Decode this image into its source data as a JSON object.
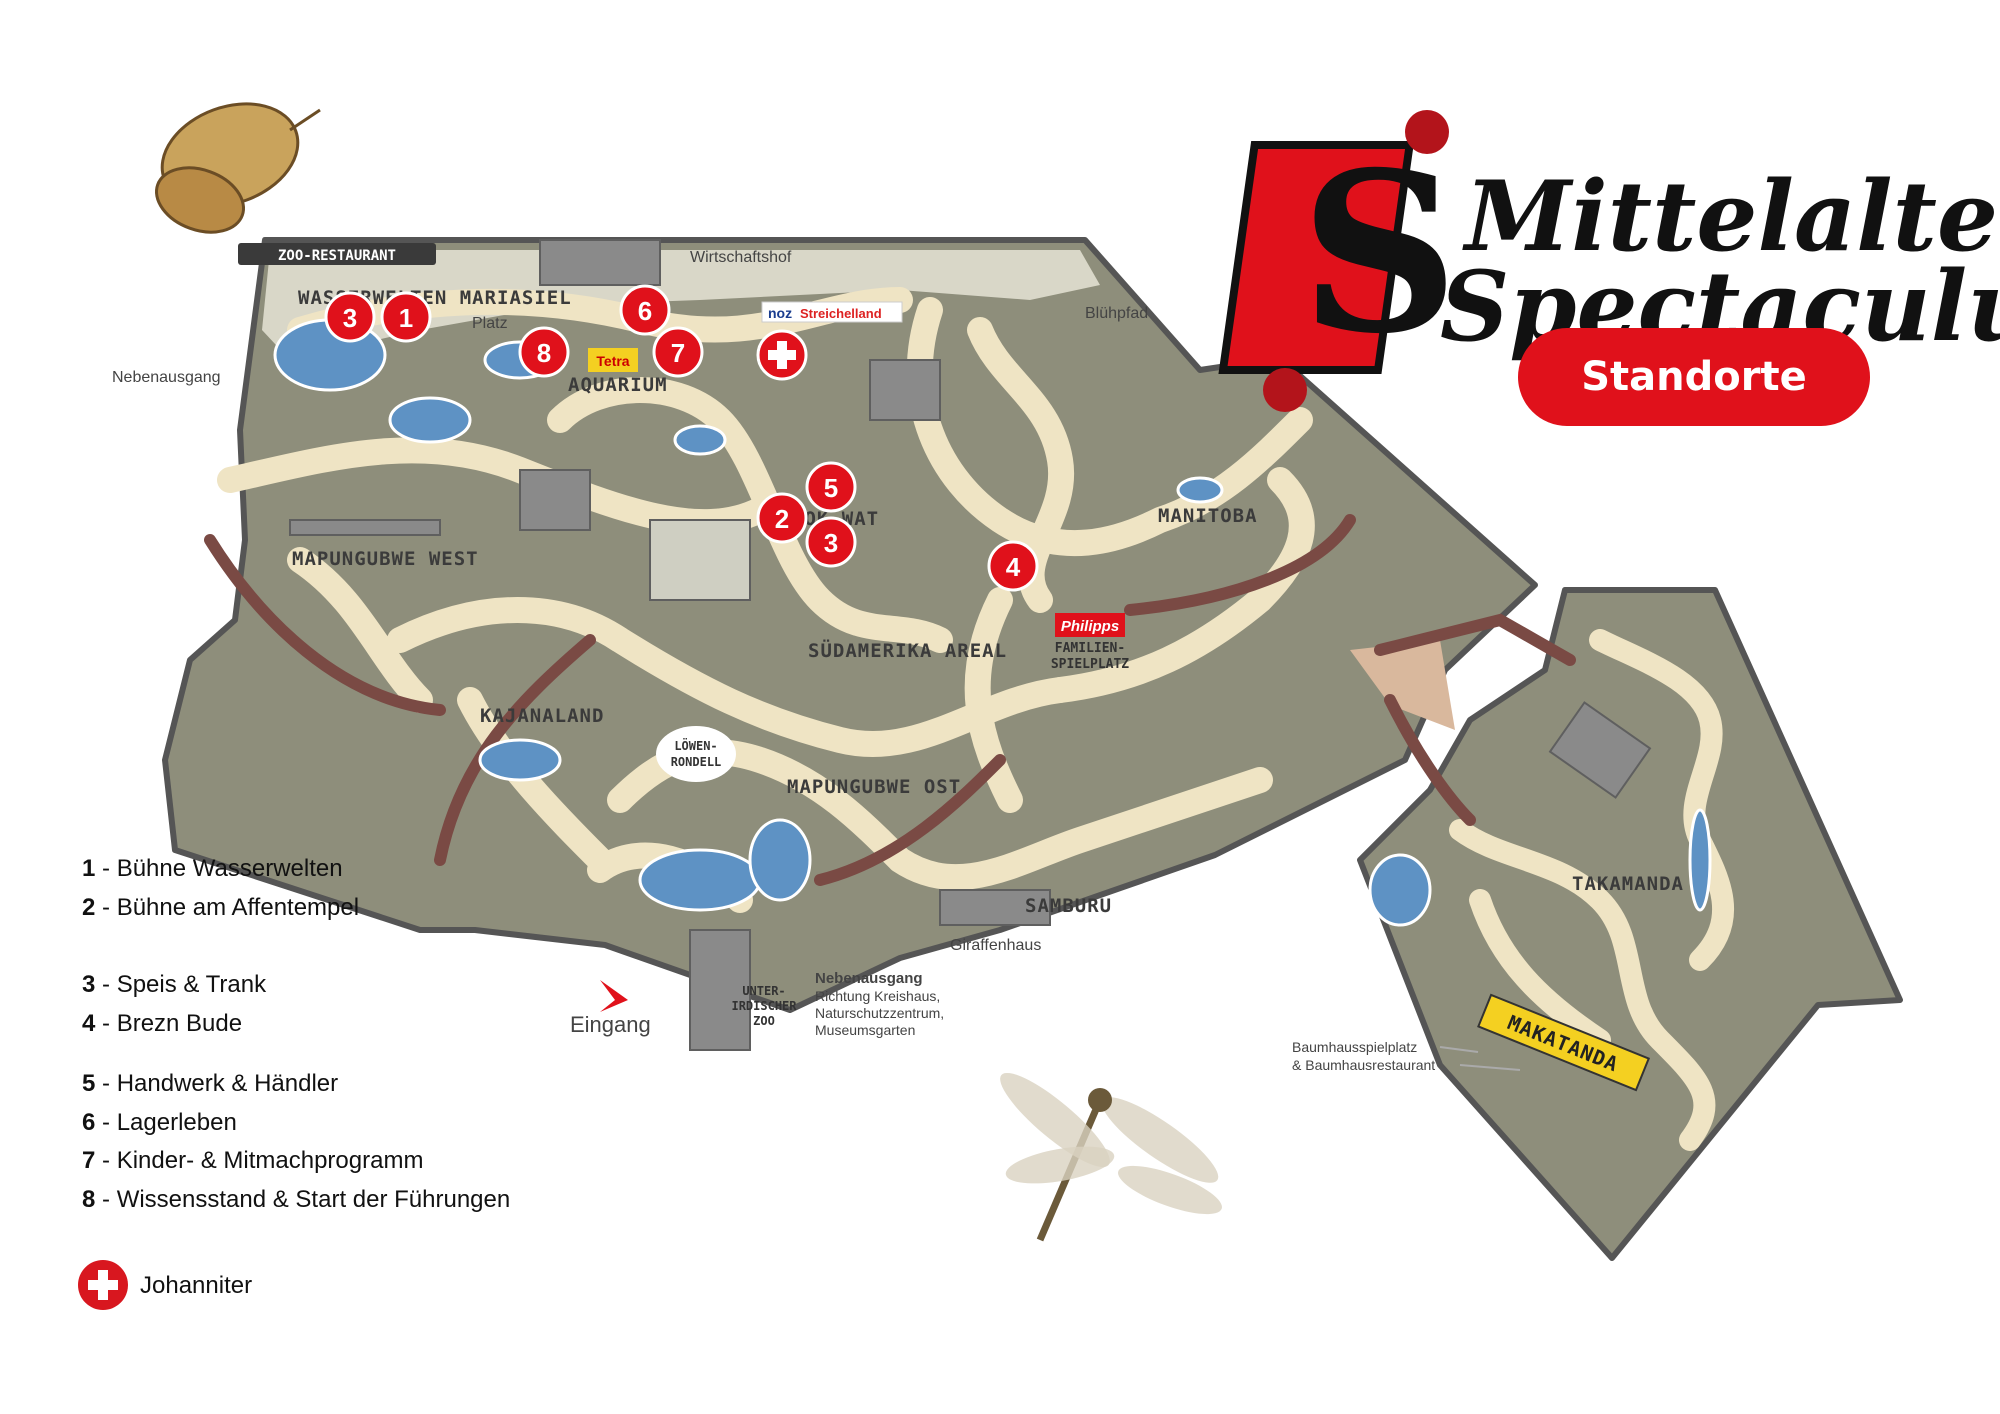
{
  "title": {
    "line1": "Mittelalter",
    "line2": "Spectaculum",
    "badge": "Standorte"
  },
  "colors": {
    "accent": "#e0111b",
    "map_ground": "#8f8f7d",
    "path": "#efe4c4",
    "water": "#5e92c4"
  },
  "zones": [
    {
      "label": "WASSERWELTEN MARIASIEL"
    },
    {
      "label": "AQUARIUM"
    },
    {
      "label": "MAPUNGUBWE WEST"
    },
    {
      "label": "KOK WAT"
    },
    {
      "label": "MANITOBA"
    },
    {
      "label": "SÜDAMERIKA AREAL"
    },
    {
      "label": "KAJANALAND"
    },
    {
      "label": "MAPUNGUBWE OST"
    },
    {
      "label": "SAMBURU"
    },
    {
      "label": "TAKAMANDA"
    },
    {
      "label": "MAKATANDA"
    }
  ],
  "place_labels": {
    "zoo_restaurant": "ZOO-RESTAURANT",
    "wirtschaftshof": "Wirtschaftshof",
    "nebenausgang_west": "Nebenausgang",
    "bluehpfad": "Blühpfad",
    "platz": "Platz",
    "tetra": "Tetra",
    "noz": "noz",
    "streichelland": "Streichelland",
    "philipps": "Philipps",
    "familienspielplatz_1": "FAMILIEN-",
    "familienspielplatz_2": "SPIELPLATZ",
    "loewen_1": "LÖWEN-",
    "loewen_2": "RONDELL",
    "giraffenhaus": "Giraffenhaus",
    "eingang": "Eingang",
    "unterirdischer_1": "UNTER-",
    "unterirdischer_2": "IRDISCHER",
    "unterirdischer_3": "ZOO",
    "nebenausgang_sued": "Nebenausgang",
    "richtung_1": "Richtung Kreishaus,",
    "richtung_2": "Naturschutzzentrum,",
    "richtung_3": "Museumsgarten",
    "baumhaus_1": "Baumhausspielplatz",
    "baumhaus_2": "& Baumhausrestaurant"
  },
  "markers": [
    {
      "number": "3"
    },
    {
      "number": "1"
    },
    {
      "number": "6"
    },
    {
      "number": "8"
    },
    {
      "number": "7"
    },
    {
      "number": "5"
    },
    {
      "number": "2"
    },
    {
      "number": "3"
    },
    {
      "number": "4"
    }
  ],
  "legend": [
    {
      "num": "1",
      "text": " - Bühne Wasserwelten"
    },
    {
      "num": "2",
      "text": " - Bühne am Affentempel"
    },
    {
      "num": "3",
      "text": " - Speis & Trank"
    },
    {
      "num": "4",
      "text": " - Brezn Bude"
    },
    {
      "num": "5",
      "text": " - Handwerk & Händler"
    },
    {
      "num": "6",
      "text": " - Lagerleben"
    },
    {
      "num": "7",
      "text": " - Kinder- & Mitmachprogramm"
    },
    {
      "num": "8",
      "text": " - Wissensstand & Start der Führungen"
    }
  ],
  "johanniter": {
    "label": "Johanniter",
    "icon": "first-aid-cross-icon"
  }
}
